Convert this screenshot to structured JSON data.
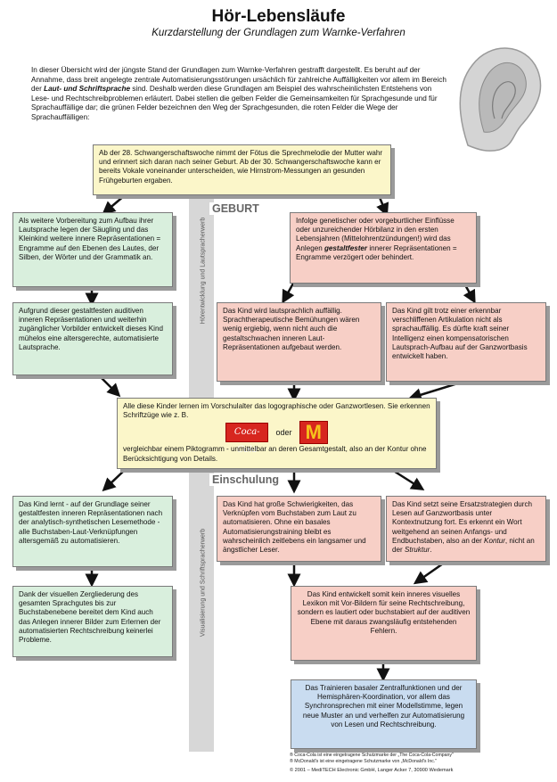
{
  "title": "Hör-Lebensläufe",
  "subtitle": "Kurzdarstellung der Grundlagen zum Warnke-Verfahren",
  "intro": {
    "p1": "In dieser Übersicht wird der jüngste Stand der Grundlagen zum Warnke-Verfahren gestrafft dargestellt. Es beruht auf der Annahme, dass breit angelegte zentrale Automatisierungsstörungen ursächlich für zahlreiche Auffälligkeiten vor allem im Bereich der ",
    "em1": "Laut- und Schriftsprache",
    "p2": " sind. Deshalb werden diese Grundlagen am Beispiel des wahrscheinlichsten Entstehens von Lese- und Rechtschreibproblemen erläutert. Dabei stellen die gelben Felder die Gemeinsamkeiten für Sprachgesunde und für Sprachauffällige dar; die grünen Felder bezeichnen den Weg der Sprachgesunden, die roten Felder die Wege der Sprachauffälligen:"
  },
  "stages": {
    "birth": "GEBURT",
    "school": "Einschulung"
  },
  "bands": {
    "upper": "Hörentwicklung und Lautspracherwerb",
    "lower": "Visualisierung und Schriftspracherwerb"
  },
  "boxes": {
    "top": "Ab der 28. Schwangerschaftswoche nimmt der Fötus die Sprechmelodie der Mutter wahr und erinnert sich daran nach seiner Geburt. Ab der 30. Schwangerschaftswoche kann er bereits Vokale voneinander unterscheiden, wie Hirnstrom-Messungen an gesunden Frühgeburten ergaben.",
    "g1": "Als weitere Vorbereitung zum Aufbau ihrer Lautsprache legen der Säugling und das Kleinkind weitere innere Repräsentationen = Engramme auf den Ebenen des Lautes, der Silben, der Wörter und der Grammatik an.",
    "r1_a": "Infolge genetischer oder vorgeburtlicher Einflüsse oder unzureichender Hörbilanz in den ersten Lebensjahren (Mittelohrentzündungen!) wird das Anlegen ",
    "r1_b": "gestaltfester",
    "r1_c": " innerer Repräsentationen = Engramme verzögert oder behindert.",
    "g2": "Aufgrund dieser gestaltfesten auditiven inneren Repräsentationen und weiterhin zugänglicher Vorbilder entwickelt dieses Kind mühelos eine altersgerechte, automatisierte Lautsprache.",
    "r2": "Das Kind wird lautsprachlich auffällig. Sprachtherapeutische Bemühungen wären wenig ergiebig, wenn nicht auch die gestaltschwachen inneren Laut-Repräsentationen aufgebaut werden.",
    "r3": "Das Kind gilt trotz einer erkennbar verschliffenen Artikulation nicht als sprachauffällig. Es dürfte kraft seiner Intelligenz einen kompensatorischen Lautsprach-Aufbau auf der Ganzwortbasis entwickelt haben.",
    "mid1": "Alle diese Kinder lernen im Vorschulalter das logographische oder Ganzwortlesen. Sie erkennen Schriftzüge wie z. B.",
    "mid_logo1": "Coca-Cola",
    "mid_or": "oder",
    "mid_logo2": "M",
    "mid2": "vergleichbar einem Piktogramm - unmittelbar an deren Gesamtgestalt, also an der Kontur ohne Berücksichtigung von Details.",
    "g3": "Das Kind lernt - auf der Grundlage seiner gestaltfesten inneren Repräsentationen nach der analytisch-synthetischen Lesemethode - alle Buchstaben-Laut-Verknüpfungen altersgemäß zu automatisieren.",
    "r4": "Das Kind hat große Schwierigkeiten, das Verknüpfen vom Buchstaben zum Laut zu automatisieren. Ohne ein basales Automatisierungstraining bleibt es wahrscheinlich zeitlebens ein langsamer und ängstlicher Leser.",
    "r5_a": "Das Kind setzt seine Ersatzstrategien durch Lesen auf Ganzwortbasis unter Kontextnutzung fort. Es erkennt ein Wort weitgehend an seinen Anfangs- und Endbuchstaben, also an der ",
    "r5_b": "Kontur",
    "r5_c": ", nicht an der ",
    "r5_d": "Struktur",
    "r5_e": ".",
    "g4": "Dank der visuellen Zergliederung des gesamten Sprachgutes bis zur Buchstabenebene bereitet dem Kind auch das Anlegen innerer Bilder zum Erlernen der automatisierten Rechtschreibung keinerlei Probleme.",
    "r6": "Das Kind entwickelt somit kein inneres visuelles Lexikon mit Vor-Bildern für seine Rechtschreibung, sondern es lautiert oder buchstabiert auf der auditiven Ebene mit daraus zwangsläufig entstehenden Fehlern.",
    "blue": "Das Trainieren basaler Zentralfunktionen und der Hemisphären-Koordination, vor allem das Synchronsprechen mit einer Modellstimme, legen neue Muster an und verhelfen zur Automatisierung von Lesen und Rechtschreibung."
  },
  "footer": {
    "f1": "® Coca-Cola ist eine eingetragene Schutzmarke der „The Coca-Cola-Company\"",
    "f2": "® McDonald's ist eine eingetragene Schutzmarke von „McDonald's Inc.\"",
    "f3": "© 2001 – MediTECH Electronic GmbH, Langer Acker 7, 30900 Wedemark"
  },
  "colors": {
    "green": "#d9efdd",
    "red": "#f7cfc6",
    "yellow": "#fbf6c9",
    "blue": "#c9dcf0"
  },
  "icons": [
    "ear-icon"
  ]
}
